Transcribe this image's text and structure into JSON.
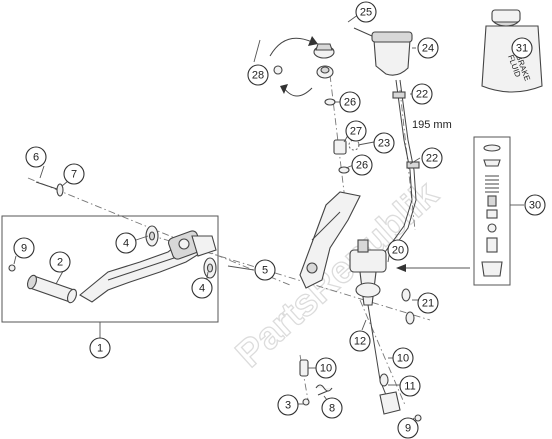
{
  "diagram": {
    "watermark": "PartsRepublik",
    "hose_length_label": "195 mm",
    "brake_fluid_label_line1": "BRAKE",
    "brake_fluid_label_line2": "FLUID",
    "callouts": [
      {
        "id": "c1",
        "label": "1"
      },
      {
        "id": "c2",
        "label": "2"
      },
      {
        "id": "c3",
        "label": "3"
      },
      {
        "id": "c4a",
        "label": "4"
      },
      {
        "id": "c4b",
        "label": "4"
      },
      {
        "id": "c5",
        "label": "5"
      },
      {
        "id": "c6",
        "label": "6"
      },
      {
        "id": "c7",
        "label": "7"
      },
      {
        "id": "c8",
        "label": "8"
      },
      {
        "id": "c9a",
        "label": "9"
      },
      {
        "id": "c9b",
        "label": "9"
      },
      {
        "id": "c10a",
        "label": "10"
      },
      {
        "id": "c10b",
        "label": "10"
      },
      {
        "id": "c11",
        "label": "11"
      },
      {
        "id": "c12",
        "label": "12"
      },
      {
        "id": "c20",
        "label": "20"
      },
      {
        "id": "c21",
        "label": "21"
      },
      {
        "id": "c22a",
        "label": "22"
      },
      {
        "id": "c22b",
        "label": "22"
      },
      {
        "id": "c23",
        "label": "23"
      },
      {
        "id": "c24",
        "label": "24"
      },
      {
        "id": "c25",
        "label": "25"
      },
      {
        "id": "c26a",
        "label": "26"
      },
      {
        "id": "c26b",
        "label": "26"
      },
      {
        "id": "c27",
        "label": "27"
      },
      {
        "id": "c28",
        "label": "28"
      },
      {
        "id": "c30",
        "label": "30"
      },
      {
        "id": "c31",
        "label": "31"
      }
    ]
  }
}
